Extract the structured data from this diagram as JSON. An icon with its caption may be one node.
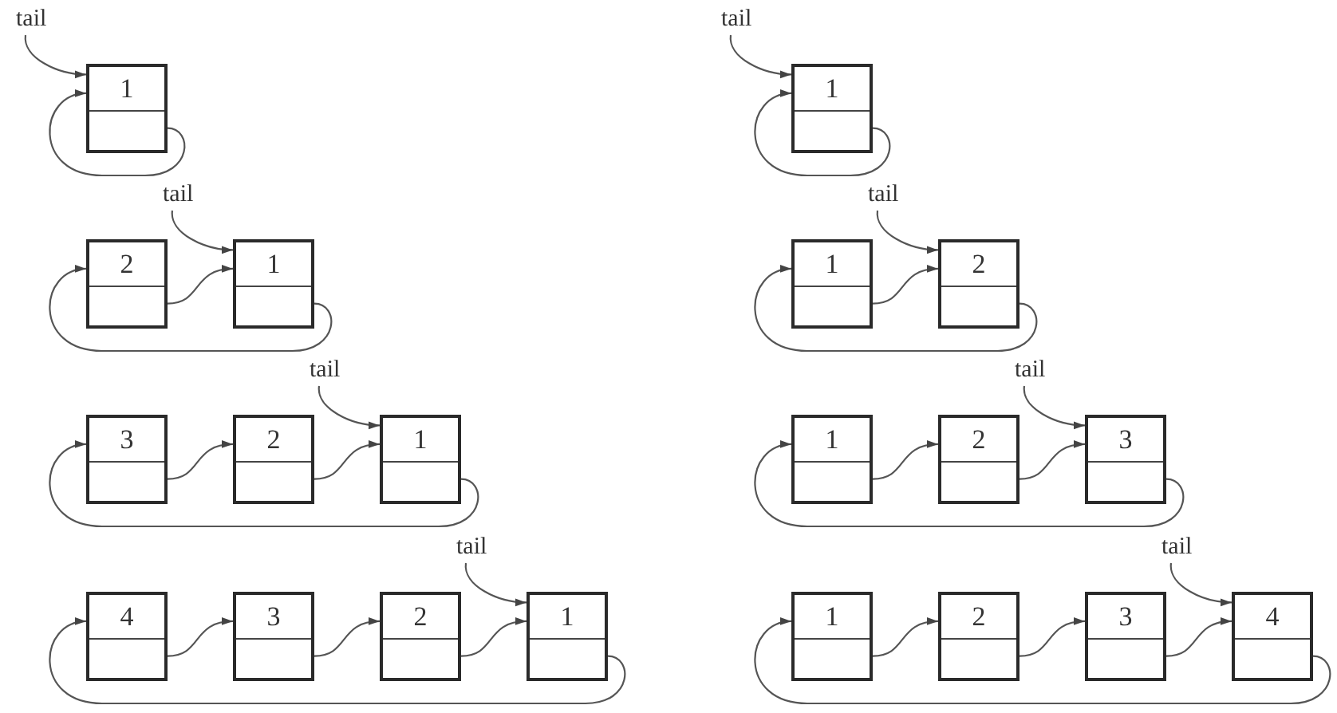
{
  "diagram": {
    "nodes": [
      {
        "text": [
          "tail"
        ]
      },
      {
        "text": [
          "1"
        ]
      },
      {
        "text": [
          "tail"
        ]
      },
      {
        "text": [
          "1"
        ]
      },
      {
        "text": [
          "2"
        ]
      },
      {
        "text": [
          "tail"
        ]
      },
      {
        "text": [
          "1"
        ]
      },
      {
        "text": [
          "1"
        ]
      },
      {
        "text": [
          "tail"
        ]
      },
      {
        "text": [
          "2"
        ]
      },
      {
        "text": [
          "3"
        ]
      },
      {
        "text": [
          "2"
        ]
      },
      {
        "text": [
          "tail"
        ]
      },
      {
        "text": [
          "1"
        ]
      },
      {
        "text": [
          "1"
        ]
      },
      {
        "text": [
          "2"
        ]
      },
      {
        "text": [
          "tail"
        ]
      },
      {
        "text": [
          "3"
        ]
      },
      {
        "text": [
          "4"
        ]
      },
      {
        "text": [
          "3"
        ]
      },
      {
        "text": [
          "2"
        ]
      },
      {
        "text": [
          "tail"
        ]
      },
      {
        "text": [
          "1"
        ]
      },
      {
        "text": [
          "1"
        ]
      },
      {
        "text": [
          "2"
        ]
      },
      {
        "text": [
          "3"
        ]
      },
      {
        "text": [
          "tail"
        ]
      },
      {
        "text": [
          "4"
        ]
      }
    ],
    "edges": [
      {
        "from": 0,
        "to": 1,
        "arrow": "to"
      },
      {
        "from": 1,
        "to": 1,
        "arrow": "to"
      },
      {
        "from": 2,
        "to": 3,
        "arrow": "to"
      },
      {
        "from": 3,
        "to": 3,
        "arrow": "to"
      },
      {
        "from": 5,
        "to": 6,
        "arrow": "to"
      },
      {
        "from": 4,
        "to": 6,
        "arrow": "to"
      },
      {
        "from": 6,
        "to": 4,
        "arrow": "to"
      },
      {
        "from": 8,
        "to": 9,
        "arrow": "to"
      },
      {
        "from": 7,
        "to": 9,
        "arrow": "to"
      },
      {
        "from": 9,
        "to": 7,
        "arrow": "to"
      },
      {
        "from": 12,
        "to": 13,
        "arrow": "to"
      },
      {
        "from": 10,
        "to": 11,
        "arrow": "to"
      },
      {
        "from": 11,
        "to": 13,
        "arrow": "to"
      },
      {
        "from": 13,
        "to": 10,
        "arrow": "to"
      },
      {
        "from": 16,
        "to": 17,
        "arrow": "to"
      },
      {
        "from": 14,
        "to": 15,
        "arrow": "to"
      },
      {
        "from": 15,
        "to": 17,
        "arrow": "to"
      },
      {
        "from": 17,
        "to": 14,
        "arrow": "to"
      },
      {
        "from": 21,
        "to": 22,
        "arrow": "to"
      },
      {
        "from": 18,
        "to": 19,
        "arrow": "to"
      },
      {
        "from": 19,
        "to": 20,
        "arrow": "to"
      },
      {
        "from": 20,
        "to": 22,
        "arrow": "to"
      },
      {
        "from": 22,
        "to": 18,
        "arrow": "to"
      },
      {
        "from": 26,
        "to": 27,
        "arrow": "to"
      },
      {
        "from": 23,
        "to": 24,
        "arrow": "to"
      },
      {
        "from": 24,
        "to": 25,
        "arrow": "to"
      },
      {
        "from": 25,
        "to": 27,
        "arrow": "to"
      },
      {
        "from": 27,
        "to": 23,
        "arrow": "to"
      }
    ]
  }
}
